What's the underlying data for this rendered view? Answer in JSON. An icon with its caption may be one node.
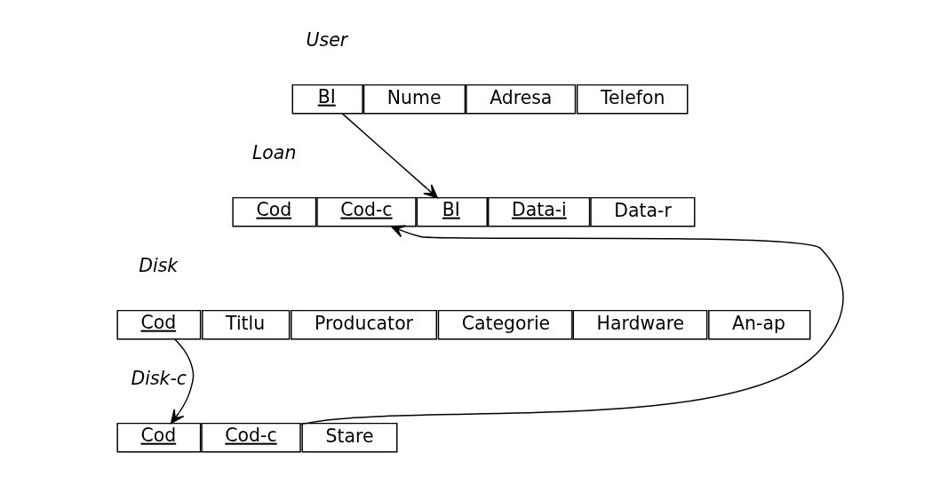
{
  "diagram": {
    "nodes": [
      {
        "text": [
          "BI"
        ]
      },
      {
        "text": [
          "Nume"
        ]
      },
      {
        "text": [
          "Adresa"
        ]
      },
      {
        "text": [
          "Telefon"
        ]
      },
      {
        "text": [
          "Cod"
        ]
      },
      {
        "text": [
          "Cod-c"
        ]
      },
      {
        "text": [
          "BI"
        ]
      },
      {
        "text": [
          "Data-i"
        ]
      },
      {
        "text": [
          "Data-r"
        ]
      },
      {
        "text": [
          "Cod"
        ]
      },
      {
        "text": [
          "Titlu"
        ]
      },
      {
        "text": [
          "Producator"
        ]
      },
      {
        "text": [
          "Categorie"
        ]
      },
      {
        "text": [
          "Hardware"
        ]
      },
      {
        "text": [
          "An-ap"
        ]
      },
      {
        "text": [
          "Cod"
        ]
      },
      {
        "text": [
          "Cod-c"
        ]
      },
      {
        "text": [
          "Stare"
        ]
      }
    ],
    "edges": [
      {
        "from": 0,
        "to": 6,
        "arrow": "to"
      },
      {
        "from": 9,
        "to": 15,
        "arrow": "to"
      },
      {
        "from": 16,
        "to": 5,
        "arrow": "to"
      }
    ],
    "labels": [
      "User",
      "Loan",
      "Disk",
      "Disk-c"
    ]
  }
}
